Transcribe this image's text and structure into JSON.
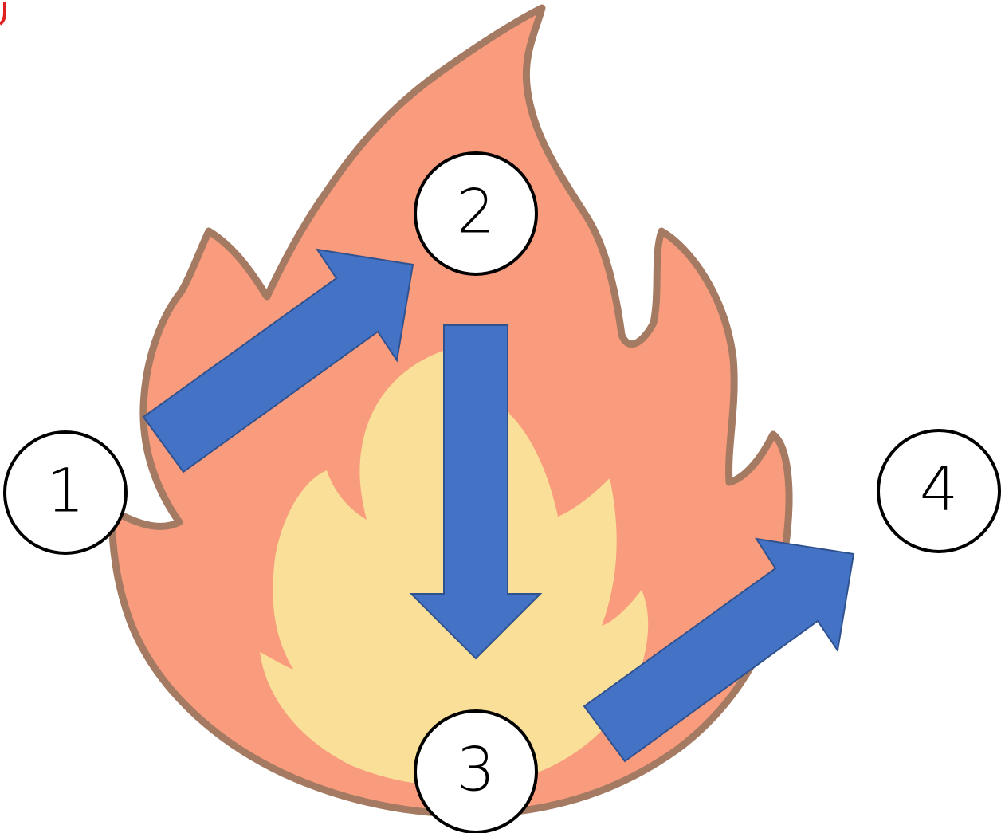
{
  "colors": {
    "flame_outer": "#F99B7D",
    "flame_outline": "#A47A62",
    "flame_inner": "#F9DF97",
    "arrow_fill": "#4472C4",
    "arrow_stroke": "#2F528F",
    "circle_fill": "#FFFFFF",
    "circle_stroke": "#000000",
    "text": "#000000",
    "corner_mark": "#E02020"
  },
  "icons": {
    "flame": "fire-icon"
  },
  "steps": [
    {
      "id": "step-1",
      "label": "1"
    },
    {
      "id": "step-2",
      "label": "2"
    },
    {
      "id": "step-3",
      "label": "3"
    },
    {
      "id": "step-4",
      "label": "4"
    }
  ],
  "flow": [
    {
      "from": "1",
      "to": "2"
    },
    {
      "from": "2",
      "to": "3"
    },
    {
      "from": "3",
      "to": "4"
    }
  ]
}
